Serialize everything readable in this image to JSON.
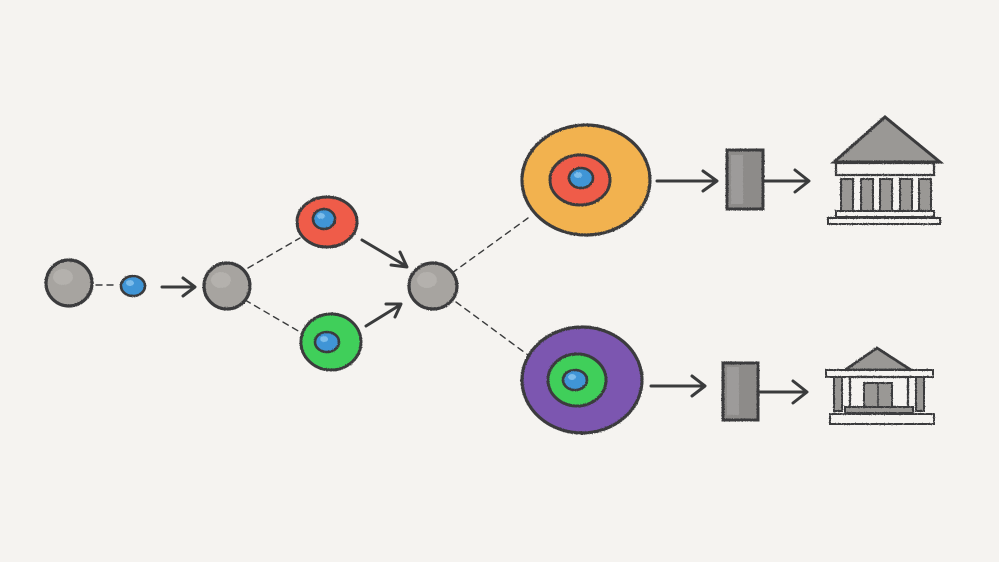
{
  "colors": {
    "background": "#f5f3f0",
    "ink": "#3a3b3c",
    "gray_node": "#a7a4a0",
    "blue_core": "#3f95d6",
    "red_ring": "#ef5b4a",
    "green_ring": "#3fcf5a",
    "orange_ring": "#f2b24f",
    "purple_ring": "#7b57b0",
    "block": "#8d8b89",
    "building": "#9a9895"
  },
  "nodes": [
    {
      "id": "start-gray-node",
      "fill": "gray_node",
      "core": null
    },
    {
      "id": "free-blue-core",
      "fill": "blue_core",
      "core": null
    },
    {
      "id": "merge-gray-node-1",
      "fill": "gray_node",
      "core": null
    },
    {
      "id": "red-cell",
      "fill": "red_ring",
      "core": "blue_core"
    },
    {
      "id": "green-cell",
      "fill": "green_ring",
      "core": "blue_core"
    },
    {
      "id": "merge-gray-node-2",
      "fill": "gray_node",
      "core": null
    },
    {
      "id": "orange-red-cell",
      "fill": "orange_ring",
      "core": "red_ring"
    },
    {
      "id": "purple-green-cell",
      "fill": "purple_ring",
      "core": "green_ring"
    }
  ],
  "icons": {
    "top_building": "bank-building-icon",
    "bottom_building": "small-bank-building-icon",
    "block": "gate-block-icon"
  }
}
